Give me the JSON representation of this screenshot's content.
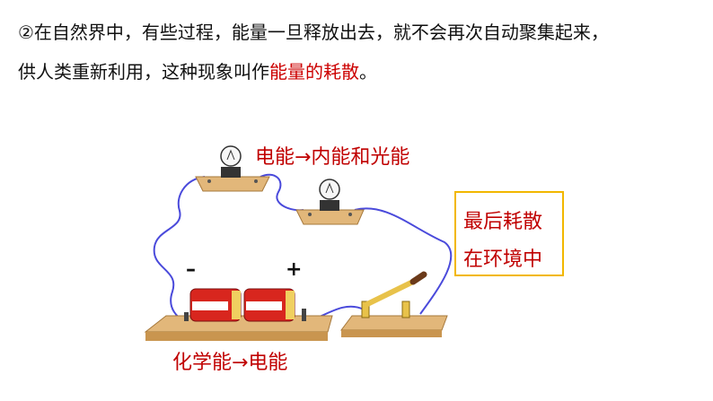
{
  "text": {
    "line1": "②在自然界中，有些过程，能量一旦释放出去，就不会再次自动聚集起来，",
    "line2_prefix": "供人类重新利用，这种现象叫作",
    "line2_highlight": "能量的耗散",
    "line2_suffix": "。"
  },
  "labels": {
    "bulb_energy": "电能→内能和光能",
    "chemical_energy": "化学能→电能",
    "env_line1": "最后耗散",
    "env_line2": "在环境中",
    "minus": "–",
    "plus": "+"
  },
  "colors": {
    "highlight": "#cc0000",
    "wire": "#4a4adb",
    "box_border": "#f2b700"
  }
}
